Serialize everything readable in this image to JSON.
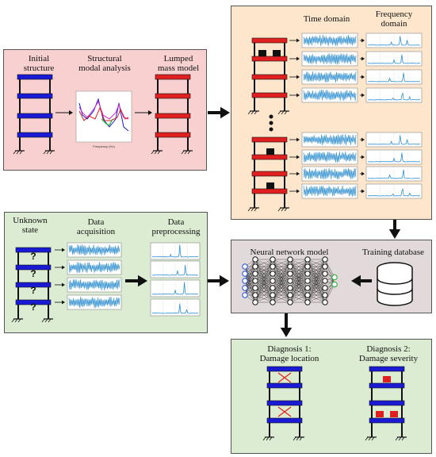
{
  "structure_panel": {
    "initial_structure": "Initial structure",
    "initial_structure_l1": "Initial",
    "initial_structure_l2": "structure",
    "modal_analysis": "Structural modal analysis",
    "modal_analysis_l1": "Structural",
    "modal_analysis_l2": "modal analysis",
    "lumped_mass": "Lumped mass model",
    "lumped_mass_l1": "Lumped",
    "lumped_mass_l2": "mass model",
    "plot_xlabel": "Frequency (Hz)"
  },
  "database_panel": {
    "time_domain": "Time domain",
    "frequency_domain_l1": "Frequency",
    "frequency_domain_l2": "domain"
  },
  "acquisition_panel": {
    "unknown_state_l1": "Unknown",
    "unknown_state_l2": "state",
    "data_acquisition_l1": "Data",
    "data_acquisition_l2": "acquisition",
    "data_preprocessing_l1": "Data",
    "data_preprocessing_l2": "preprocessing",
    "unknown_mark": "?"
  },
  "model_panel": {
    "neural_network": "Neural network model",
    "training_database": "Training database"
  },
  "diagnosis_panel": {
    "diag1_l1": "Diagnosis 1:",
    "diag1_l2": "Damage location",
    "diag2_l1": "Diagnosis 2:",
    "diag2_l2": "Damage severity"
  },
  "colors": {
    "pink_panel": "#f8d0d0",
    "orange_panel": "#fde6cc",
    "green_panel": "#dcecd2",
    "gray_panel": "#e2dada",
    "blue_floor": "#1a1ad4",
    "red_floor": "#e02020",
    "signal": "#2f8fd0"
  }
}
